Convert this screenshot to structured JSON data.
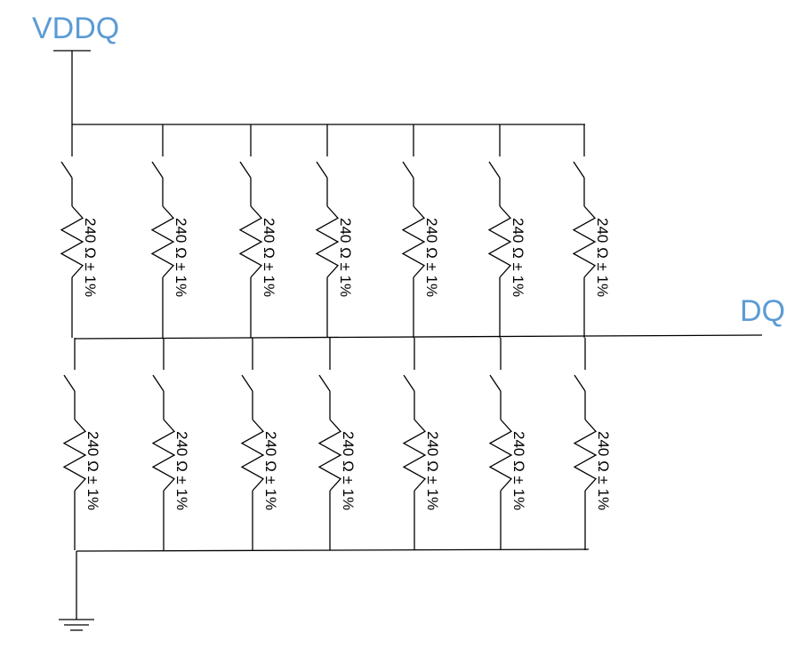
{
  "labels": {
    "supply": "VDDQ",
    "output": "DQ"
  },
  "colors": {
    "net_label": "#5b9bd5",
    "wire": "#000000"
  },
  "pull_up": {
    "legs": [
      {
        "resistor_label": "240 Ω ± 1%"
      },
      {
        "resistor_label": "240 Ω ± 1%"
      },
      {
        "resistor_label": "240 Ω ± 1%"
      },
      {
        "resistor_label": "240 Ω ± 1%"
      },
      {
        "resistor_label": "240 Ω ± 1%"
      },
      {
        "resistor_label": "240 Ω ± 1%"
      },
      {
        "resistor_label": "240 Ω ± 1%"
      }
    ]
  },
  "pull_down": {
    "legs": [
      {
        "resistor_label": "240 Ω ± 1%"
      },
      {
        "resistor_label": "240 Ω ± 1%"
      },
      {
        "resistor_label": "240 Ω ± 1%"
      },
      {
        "resistor_label": "240 Ω ± 1%"
      },
      {
        "resistor_label": "240 Ω ± 1%"
      },
      {
        "resistor_label": "240 Ω ± 1%"
      },
      {
        "resistor_label": "240 Ω ± 1%"
      }
    ]
  },
  "ground_icon": "ground-icon"
}
